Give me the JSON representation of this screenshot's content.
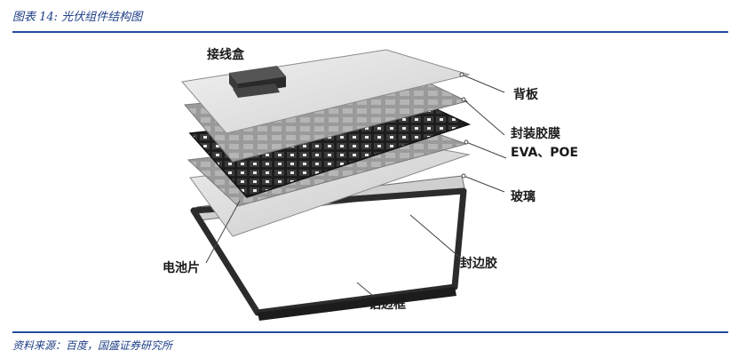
{
  "caption": "图表 14: 光伏组件结构图",
  "source": "资料来源：百度，国盛证券研究所",
  "labels": {
    "junction_box": "接线盒",
    "backsheet": "背板",
    "encapsulant_line1": "封装胶膜",
    "encapsulant_line2": "EVA、POE",
    "glass": "玻璃",
    "sealant": "封边胶",
    "cells": "电池片",
    "frame": "铝边框"
  }
}
